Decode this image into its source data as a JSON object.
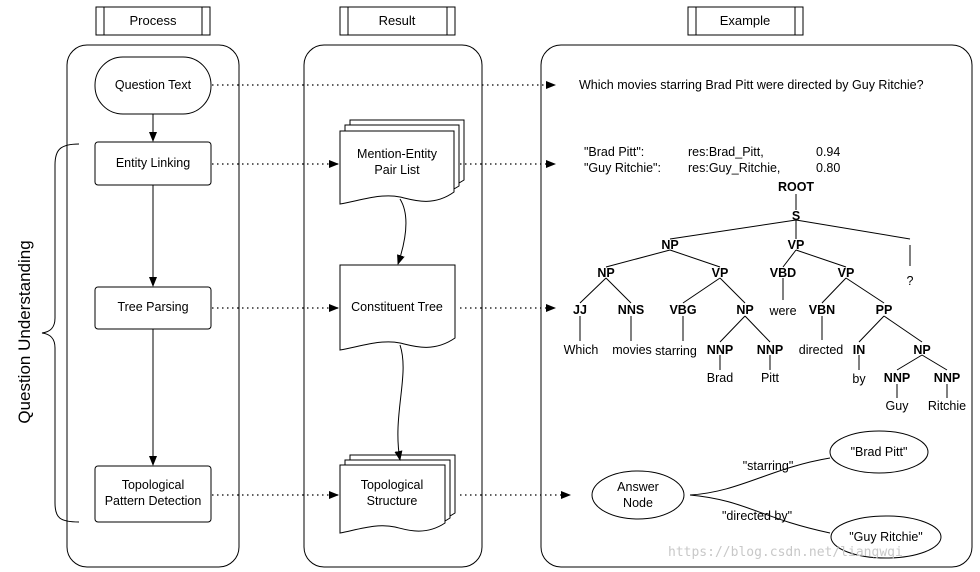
{
  "headers": {
    "process": "Process",
    "result": "Result",
    "example": "Example"
  },
  "side_label": "Question Understanding",
  "process": {
    "question_text": "Question Text",
    "entity_linking": "Entity Linking",
    "tree_parsing": "Tree Parsing",
    "topo_line1": "Topological",
    "topo_line2": "Pattern Detection"
  },
  "result": {
    "mention_line1": "Mention-Entity",
    "mention_line2": "Pair List",
    "constituent_tree": "Constituent Tree",
    "topo_line1": "Topological",
    "topo_line2": "Structure"
  },
  "example": {
    "question": "Which movies starring Brad Pitt were directed by Guy Ritchie?",
    "pairs": [
      {
        "mention": "\"Brad Pitt\":",
        "entity": "res:Brad_Pitt,",
        "score": "0.94"
      },
      {
        "mention": "\"Guy Ritchie\":",
        "entity": "res:Guy_Ritchie,",
        "score": "0.80"
      }
    ],
    "tree": {
      "root": "ROOT",
      "s": "S",
      "np1": "NP",
      "vp1": "VP",
      "punct": "?",
      "np2": "NP",
      "vp2": "VP",
      "vbd": "VBD",
      "vp3": "VP",
      "jj": "JJ",
      "nns": "NNS",
      "vbg": "VBG",
      "np3": "NP",
      "vbn": "VBN",
      "pp": "PP",
      "nnp1": "NNP",
      "nnp2": "NNP",
      "in": "IN",
      "np4": "NP",
      "nnp3": "NNP",
      "nnp4": "NNP",
      "w_which": "Which",
      "w_movies": "movies",
      "w_starring": "starring",
      "w_were": "were",
      "w_directed": "directed",
      "w_brad": "Brad",
      "w_pitt": "Pitt",
      "w_by": "by",
      "w_guy": "Guy",
      "w_ritchie": "Ritchie"
    },
    "graph": {
      "answer_line1": "Answer",
      "answer_line2": "Node",
      "edge1": "\"starring\"",
      "edge2": "\"directed by\"",
      "node1": "\"Brad Pitt\"",
      "node2": "\"Guy Ritchie\""
    }
  },
  "watermark": "https://blog.csdn.net/liangwqi"
}
